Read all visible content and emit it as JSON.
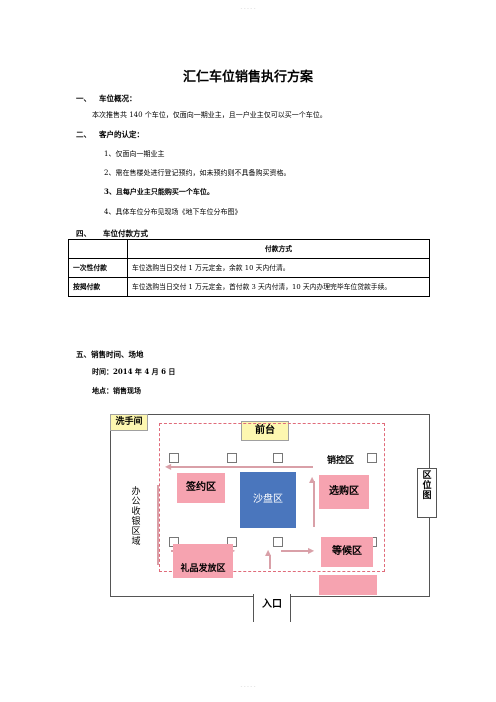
{
  "header": {
    "watermark": "- - - - -"
  },
  "title": "汇仁车位销售执行方案",
  "sections": {
    "s1": {
      "num": "一、",
      "heading": "车位概况：",
      "body": "本次推售共 140 个车位，仅面向一期业主，且一户业主仅可以买一个车位。"
    },
    "s2": {
      "num": "二、",
      "heading": "客户的认定：",
      "items": [
        "1、仅面向一期业主",
        "2、需在售楼处进行登记预约，如未预约则不具备购买资格。",
        "3、且每户业主只能购买一个车位。",
        "4、具体车位分布见现场《地下车位分布图》"
      ]
    },
    "s4": {
      "num": "四、",
      "heading": "车位付款方式"
    },
    "s5": {
      "heading": "五、销售时间、场地",
      "time": "时间：2014 年 4 月 6 日",
      "place": "地点：销售现场"
    }
  },
  "payment_table": {
    "header": "付款方式",
    "rows": [
      {
        "type": "一次性付款",
        "desc": "车位选购当日交付 1 万元定金，余款 10 天内付清。"
      },
      {
        "type": "按揭付款",
        "desc": "车位选购当日交付 1 万元定金，首付款 3 天内付清，10 天内办理完毕车位贷款手续。"
      }
    ]
  },
  "floor_plan": {
    "washroom": "洗手间",
    "reception": "前台",
    "control": "销控区",
    "signing": "签约区",
    "sandtable": "沙盘区",
    "selection": "选购区",
    "office": "办公收银区域",
    "gift": "礼品发放区",
    "waiting": "等候区",
    "map": "区位图",
    "entrance": "入口"
  },
  "footer": "- - - - -"
}
